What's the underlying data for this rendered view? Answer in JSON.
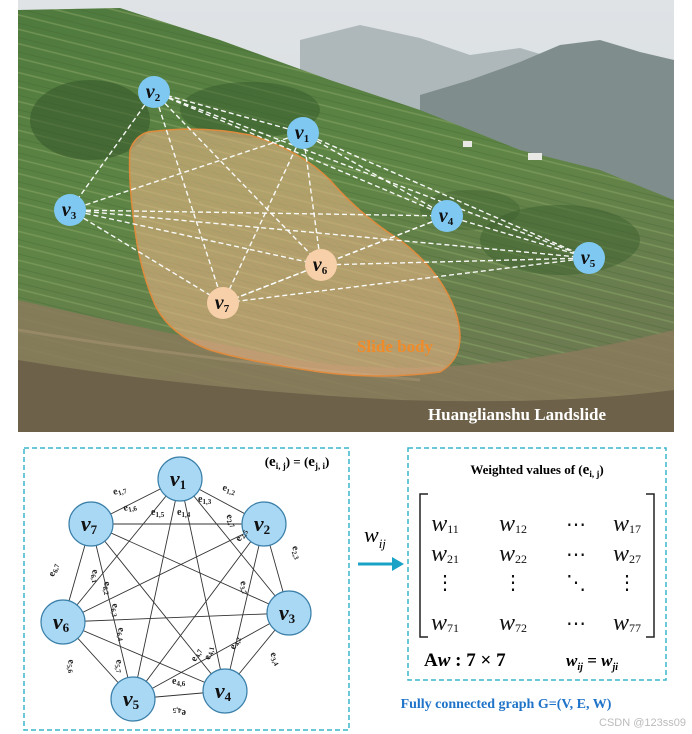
{
  "photo": {
    "title": "Huanglianshu Landslide",
    "slide_label": "Slide body",
    "nodes": [
      {
        "id": "v1",
        "label": "v",
        "sub": "1",
        "color": "#7ec8f2"
      },
      {
        "id": "v2",
        "label": "v",
        "sub": "2",
        "color": "#7ec8f2"
      },
      {
        "id": "v3",
        "label": "v",
        "sub": "3",
        "color": "#7ec8f2"
      },
      {
        "id": "v4",
        "label": "v",
        "sub": "4",
        "color": "#7ec8f2"
      },
      {
        "id": "v5",
        "label": "v",
        "sub": "5",
        "color": "#7ec8f2"
      },
      {
        "id": "v6",
        "label": "v",
        "sub": "6",
        "color": "#f7cfa9"
      },
      {
        "id": "v7",
        "label": "v",
        "sub": "7",
        "color": "#f7cfa9"
      }
    ]
  },
  "graph": {
    "symmetry_note": "(e i, j) = (e j, i)",
    "nodes": [
      {
        "label": "v",
        "sub": "1"
      },
      {
        "label": "v",
        "sub": "2"
      },
      {
        "label": "v",
        "sub": "3"
      },
      {
        "label": "v",
        "sub": "4"
      },
      {
        "label": "v",
        "sub": "5"
      },
      {
        "label": "v",
        "sub": "6"
      },
      {
        "label": "v",
        "sub": "7"
      }
    ],
    "edge_labels": [
      "e1,7",
      "e1,6",
      "e1,5",
      "e1,4",
      "e1,3",
      "e1,2",
      "e2,7",
      "e2,5",
      "e2,3",
      "e3,7",
      "e3,4",
      "e4,2",
      "e4,1",
      "e4,7",
      "e4,6",
      "e4,5",
      "e5,6",
      "e5,7",
      "e6,7",
      "e6,1",
      "e6,2",
      "e6,3",
      "e6,4"
    ],
    "node_color": "#a9d8f5",
    "border_color": "#3ab5c8"
  },
  "arrow": {
    "label": "w",
    "sub": "ij",
    "color": "#1aa3c6"
  },
  "matrix": {
    "title": "Weighted values of (e i, j)",
    "rows": [
      [
        {
          "b": "w",
          "s": "11"
        },
        {
          "b": "w",
          "s": "12"
        },
        {
          "b": "⋯",
          "s": ""
        },
        {
          "b": "w",
          "s": "17"
        }
      ],
      [
        {
          "b": "w",
          "s": "21"
        },
        {
          "b": "w",
          "s": "22"
        },
        {
          "b": "⋯",
          "s": ""
        },
        {
          "b": "w",
          "s": "27"
        }
      ],
      [
        {
          "b": "⋮",
          "s": ""
        },
        {
          "b": "⋮",
          "s": ""
        },
        {
          "b": "⋱",
          "s": ""
        },
        {
          "b": "⋮",
          "s": ""
        }
      ],
      [
        {
          "b": "w",
          "s": "71"
        },
        {
          "b": "w",
          "s": "72"
        },
        {
          "b": "⋯",
          "s": ""
        },
        {
          "b": "w",
          "s": "77"
        }
      ]
    ],
    "size_label": "Aw : 7 × 7",
    "symmetry": "wij = wji"
  },
  "caption": "Fully connected graph G=(V, E, W)",
  "watermark": "CSDN @123ss09"
}
